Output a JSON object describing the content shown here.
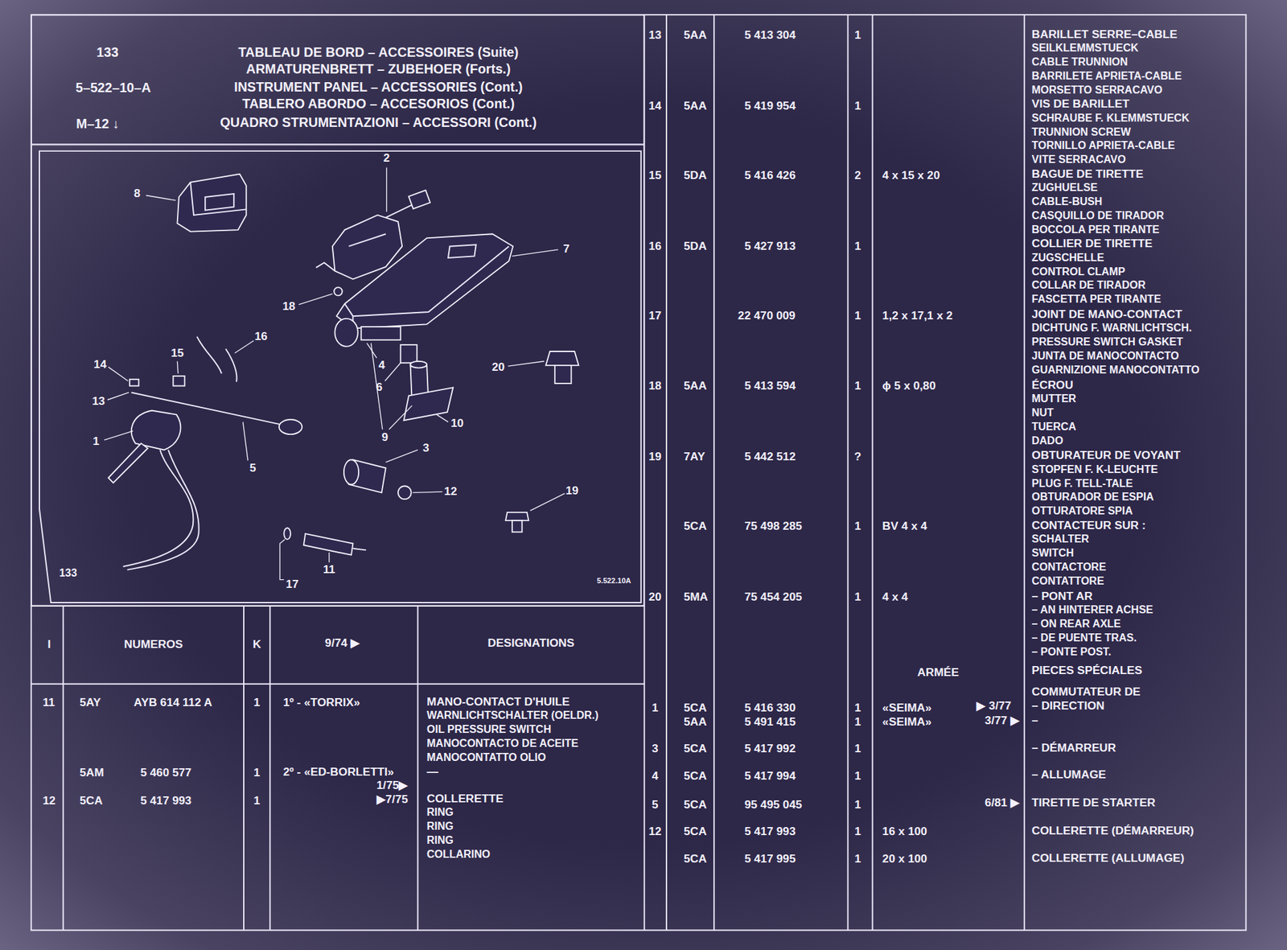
{
  "diagram": {
    "nodes": [
      {
        "text": [
          "133",
          "TABLEAU DE BORD – ACCESSOIRES (Suite)",
          "ARMATURENBRETT – ZUBEHOER (Forts.)",
          "5–522–10–A",
          "INSTRUMENT PANEL – ACCESSORIES (Cont.)",
          "TABLERO ABORDO – ACCESORIOS (Cont.)",
          "M–12 ↓",
          "QUADRO STRUMENTAZIONI – ACCESSORI (Cont.)"
        ]
      },
      {
        "text": [
          "133",
          "5.522.10A"
        ]
      }
    ],
    "labels": [
      "2",
      "8",
      "7",
      "18",
      "16",
      "15",
      "14",
      "4",
      "20",
      "6",
      "13",
      "10",
      "9",
      "1",
      "3",
      "5",
      "19",
      "12",
      "11",
      "17",
      "I",
      "NUMEROS",
      "K",
      "9/74 ▶",
      "DESIGNATIONS",
      "11",
      "5AY",
      "AYB 614 112 A",
      "1",
      "1º - «TORRIX»",
      "MANO-CONTACT D'HUILE",
      "WARNLICHTSCHALTER (OELDR.)",
      "OIL PRESSURE SWITCH",
      "MANOCONTACTO DE ACEITE",
      "MANOCONTATTO OLIO",
      "5AM",
      "5 460 577",
      "1",
      "2º - «ED-BORLETTI»",
      "—",
      "1/75▶",
      "12",
      "5CA",
      "5 417 993",
      "1",
      "▶7/75",
      "COLLERETTE",
      "RING",
      "RING",
      "RING",
      "COLLARINO",
      "13",
      "5AA",
      "5 413 304",
      "1",
      "BARILLET SERRE–CABLE",
      "SEILKLEMMSTUECK",
      "CABLE TRUNNION",
      "BARRILETE APRIETA-CABLE",
      "MORSETTO SERRACAVO",
      "14",
      "5AA",
      "5 419 954",
      "1",
      "VIS DE BARILLET",
      "SCHRAUBE F. KLEMMSTUECK",
      "TRUNNION SCREW",
      "TORNILLO APRIETA-CABLE",
      "VITE SERRACAVO",
      "15",
      "5DA",
      "5 416 426",
      "2",
      "4 x 15 x 20",
      "BAGUE DE TIRETTE",
      "ZUGHUELSE",
      "CABLE-BUSH",
      "CASQUILLO DE TIRADOR",
      "BOCCOLA PER TIRANTE",
      "16",
      "5DA",
      "5 427 913",
      "1",
      "COLLIER DE TIRETTE",
      "ZUGSCHELLE",
      "CONTROL CLAMP",
      "COLLAR DE TIRADOR",
      "FASCETTA PER TIRANTE",
      "17",
      "22 470 009",
      "1",
      "1,2 x 17,1 x 2",
      "JOINT DE MANO-CONTACT",
      "DICHTUNG F. WARNLICHTSCH.",
      "PRESSURE SWITCH GASKET",
      "JUNTA DE MANOCONTACTO",
      "GUARNIZIONE MANOCONTATTO",
      "18",
      "5AA",
      "5 413 594",
      "1",
      "ϕ 5 x 0,80",
      "ÉCROU",
      "MUTTER",
      "NUT",
      "TUERCA",
      "DADO",
      "19",
      "7AY",
      "5 442 512",
      "?",
      "OBTURATEUR DE VOYANT",
      "STOPFEN F. K-LEUCHTE",
      "PLUG F. TELL-TALE",
      "OBTURADOR DE ESPIA",
      "OTTURATORE SPIA",
      "5CA",
      "75 498 285",
      "1",
      "BV 4 x 4",
      "CONTACTEUR SUR :",
      "SCHALTER",
      "SWITCH",
      "CONTACTORE",
      "CONTATTORE",
      "20",
      "5MA",
      "75 454 205",
      "1",
      "4 x 4",
      "– PONT AR",
      "– AN HINTERER ACHSE",
      "– ON REAR AXLE",
      "– DE PUENTE TRAS.",
      "– PONTE POST.",
      "ARMÉE",
      "PIECES SPÉCIALES",
      "COMMUTATEUR DE",
      "1",
      "5CA",
      "5 416 330",
      "1",
      "«SEIMA»",
      "▶ 3/77",
      "– DIRECTION",
      "5AA",
      "5 491 415",
      "1",
      "«SEIMA»",
      "3/77 ▶",
      "–",
      "3",
      "5CA",
      "5 417 992",
      "1",
      "– DÉMARREUR",
      "4",
      "5CA",
      "5 417 994",
      "1",
      "– ALLUMAGE",
      "5",
      "5CA",
      "95 495 045",
      "1",
      "6/81 ▶",
      "TIRETTE DE STARTER",
      "12",
      "5CA",
      "5 417 993",
      "1",
      "16 x 100",
      "COLLERETTE (DÉMARREUR)",
      "5CA",
      "5 417 995",
      "1",
      "20 x 100",
      "COLLERETTE (ALLUMAGE)"
    ]
  }
}
